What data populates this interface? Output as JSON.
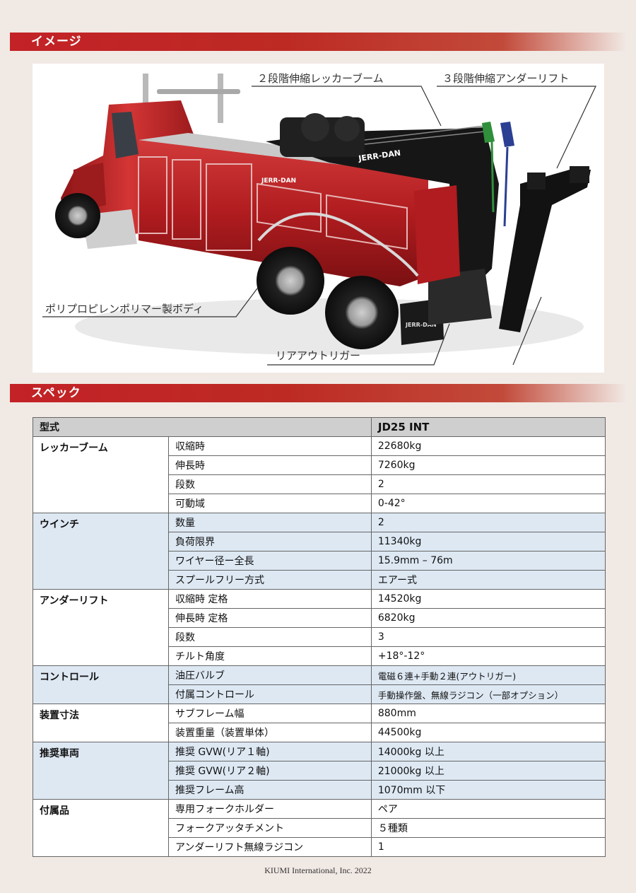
{
  "sections": {
    "image": "イメージ",
    "spec": "スペック"
  },
  "callouts": {
    "boom": "２段階伸縮レッカーブーム",
    "underlift": "３段階伸縮アンダーリフト",
    "body": "ポリプロピレンポリマー製ボディ",
    "outrigger": "リアアウトリガー"
  },
  "truck": {
    "brand_boom": "JERR-DAN",
    "brand_body": "JERR-DAN",
    "brand_flap": "JERR-DAN",
    "body_color": "#b01c1f"
  },
  "table": {
    "header": {
      "label": "型式",
      "model": "JD25 INT"
    },
    "groups": [
      {
        "name": "レッカーブーム",
        "rows": [
          {
            "item": "収縮時",
            "value": "22680kg"
          },
          {
            "item": "伸長時",
            "value": "7260kg"
          },
          {
            "item": "段数",
            "value": "2"
          },
          {
            "item": "可動域",
            "value": "0-42°"
          }
        ]
      },
      {
        "name": "ウインチ",
        "rows": [
          {
            "item": "数量",
            "value": "2"
          },
          {
            "item": "負荷限界",
            "value": "11340kg"
          },
          {
            "item": "ワイヤー径ー全長",
            "value": "15.9mm – 76m"
          },
          {
            "item": "スプールフリー方式",
            "value": "エアー式"
          }
        ]
      },
      {
        "name": "アンダーリフト",
        "rows": [
          {
            "item": "収縮時  定格",
            "value": "14520kg"
          },
          {
            "item": "伸長時  定格",
            "value": "6820kg"
          },
          {
            "item": "段数",
            "value": "3"
          },
          {
            "item": "チルト角度",
            "value": "+18°-12°"
          }
        ]
      },
      {
        "name": "コントロール",
        "rows": [
          {
            "item": "油圧バルブ",
            "value": "電磁６連+手動２連(アウトリガー)"
          },
          {
            "item": "付属コントロール",
            "value": "手動操作盤、無線ラジコン（一部オプション）"
          }
        ]
      },
      {
        "name": "装置寸法",
        "rows": [
          {
            "item": "サブフレーム幅",
            "value": "880mm"
          },
          {
            "item": "装置重量（装置単体）",
            "value": "44500kg"
          }
        ]
      },
      {
        "name": "推奨車両",
        "rows": [
          {
            "item": "推奨 GVW(リア１軸)",
            "value": "14000kg  以上"
          },
          {
            "item": "推奨 GVW(リア２軸)",
            "value": "21000kg  以上"
          },
          {
            "item": "推奨フレーム高",
            "value": "1070mm 以下"
          }
        ]
      },
      {
        "name": "付属品",
        "rows": [
          {
            "item": "専用フォークホルダー",
            "value": "ペア"
          },
          {
            "item": "フォークアッタチメント",
            "value": "５種類"
          },
          {
            "item": "アンダーリフト無線ラジコン",
            "value": "1"
          }
        ]
      }
    ]
  },
  "footer": "KIUMI International, Inc. 2022"
}
